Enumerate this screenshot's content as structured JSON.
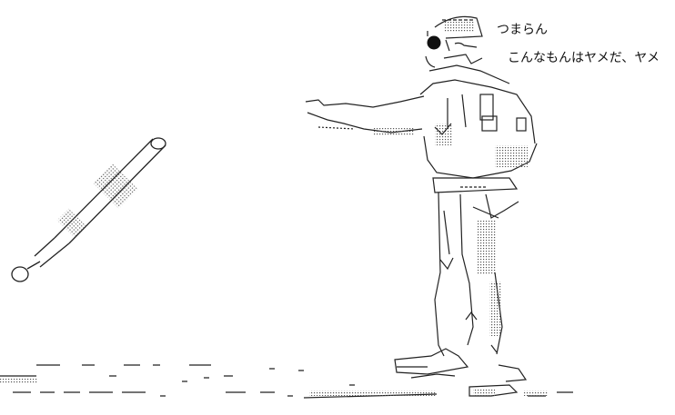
{
  "speech": {
    "line1": "つまらん",
    "line2": "こんなもんはヤメだ、ヤメ"
  },
  "colors": {
    "ink": "#222222",
    "dots": "#555555",
    "background": "#ffffff"
  },
  "icons": {
    "eye": "filled-circle",
    "figure": "ascii-art-soldier",
    "bat": "baseball-bat",
    "ground": "ground-dashes"
  }
}
